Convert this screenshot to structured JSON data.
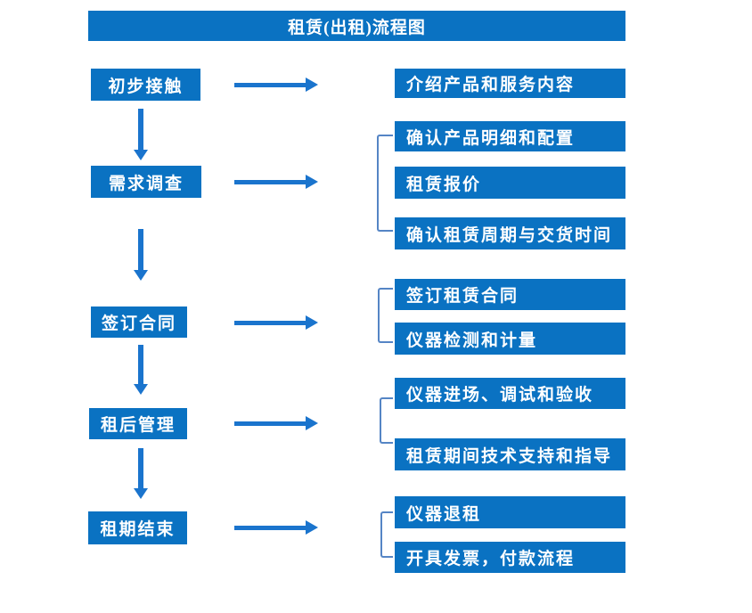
{
  "title": "租赁(出租)流程图",
  "colors": {
    "box": "#0a72c2",
    "arrow": "#1a74cd",
    "bracket": "#5585c5",
    "text": "#ffffff",
    "bg": "#ffffff"
  },
  "flow": {
    "steps": [
      {
        "label": "初步接触",
        "outputs": [
          "介绍产品和服务内容"
        ]
      },
      {
        "label": "需求调查",
        "outputs": [
          "确认产品明细和配置",
          "租赁报价",
          "确认租赁周期与交货时间"
        ]
      },
      {
        "label": "签订合同",
        "outputs": [
          "签订租赁合同",
          "仪器检测和计量"
        ]
      },
      {
        "label": "租后管理",
        "outputs": [
          "仪器进场、调试和验收",
          "租赁期间技术支持和指导"
        ]
      },
      {
        "label": "租期结束",
        "outputs": [
          "仪器退租",
          "开具发票，付款流程"
        ]
      }
    ]
  }
}
